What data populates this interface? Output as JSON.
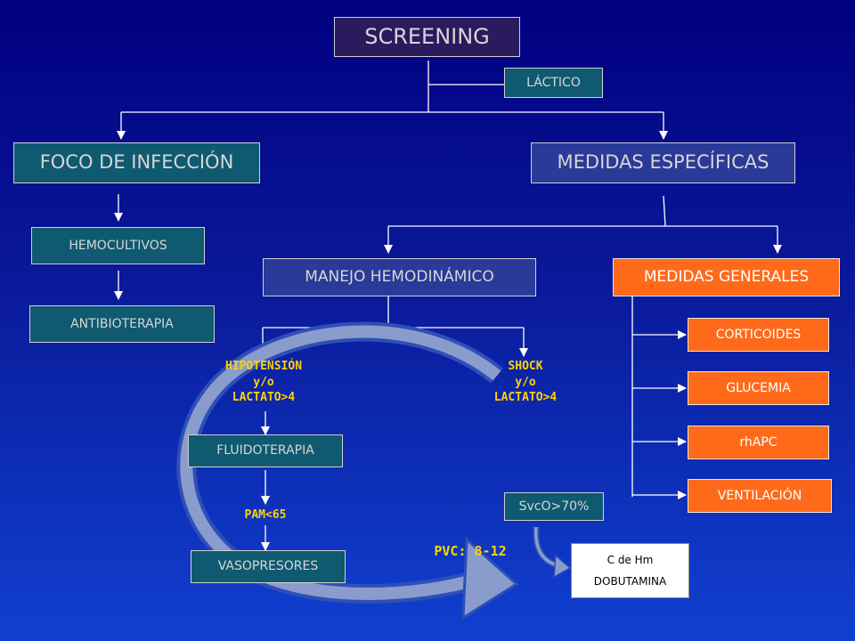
{
  "screening": "SCREENING",
  "lactico": "LÁCTICO",
  "foco_infeccion": "FOCO DE INFECCIÓN",
  "medidas_especificas": "MEDIDAS ESPECÍFICAS",
  "hemocultivos": "HEMOCULTIVOS",
  "antibioterapia": "ANTIBIOTERAPIA",
  "manejo_hemodinamico": "MANEJO HEMODINÁMICO",
  "medidas_generales": "MEDIDAS GENERALES",
  "corticoides": "CORTICOIDES",
  "glucemia": "GLUCEMIA",
  "rhapc": "rhAPC",
  "ventilacion": "VENTILACIÓN",
  "hipotension": {
    "line1": "HIPOTENSIÓN",
    "line2": "y/o",
    "line3": "LACTATO>4"
  },
  "shock": {
    "line1": "SHOCK",
    "line2": "y/o",
    "line3": "LACTATO>4"
  },
  "fluidoterapia": "FLUIDOTERAPIA",
  "pam": "PAM<65",
  "vasopresores": "VASOPRESORES",
  "pvc": "PVC: 8-12",
  "svco": "SvcO>70%",
  "tx": {
    "line1": "C de Hm",
    "line2": "DOBUTAMINA"
  },
  "colors": {
    "orange": "#ff6a1a",
    "yellow_label": "#ffd200",
    "cycle_arrow": "#8a9ccc"
  }
}
